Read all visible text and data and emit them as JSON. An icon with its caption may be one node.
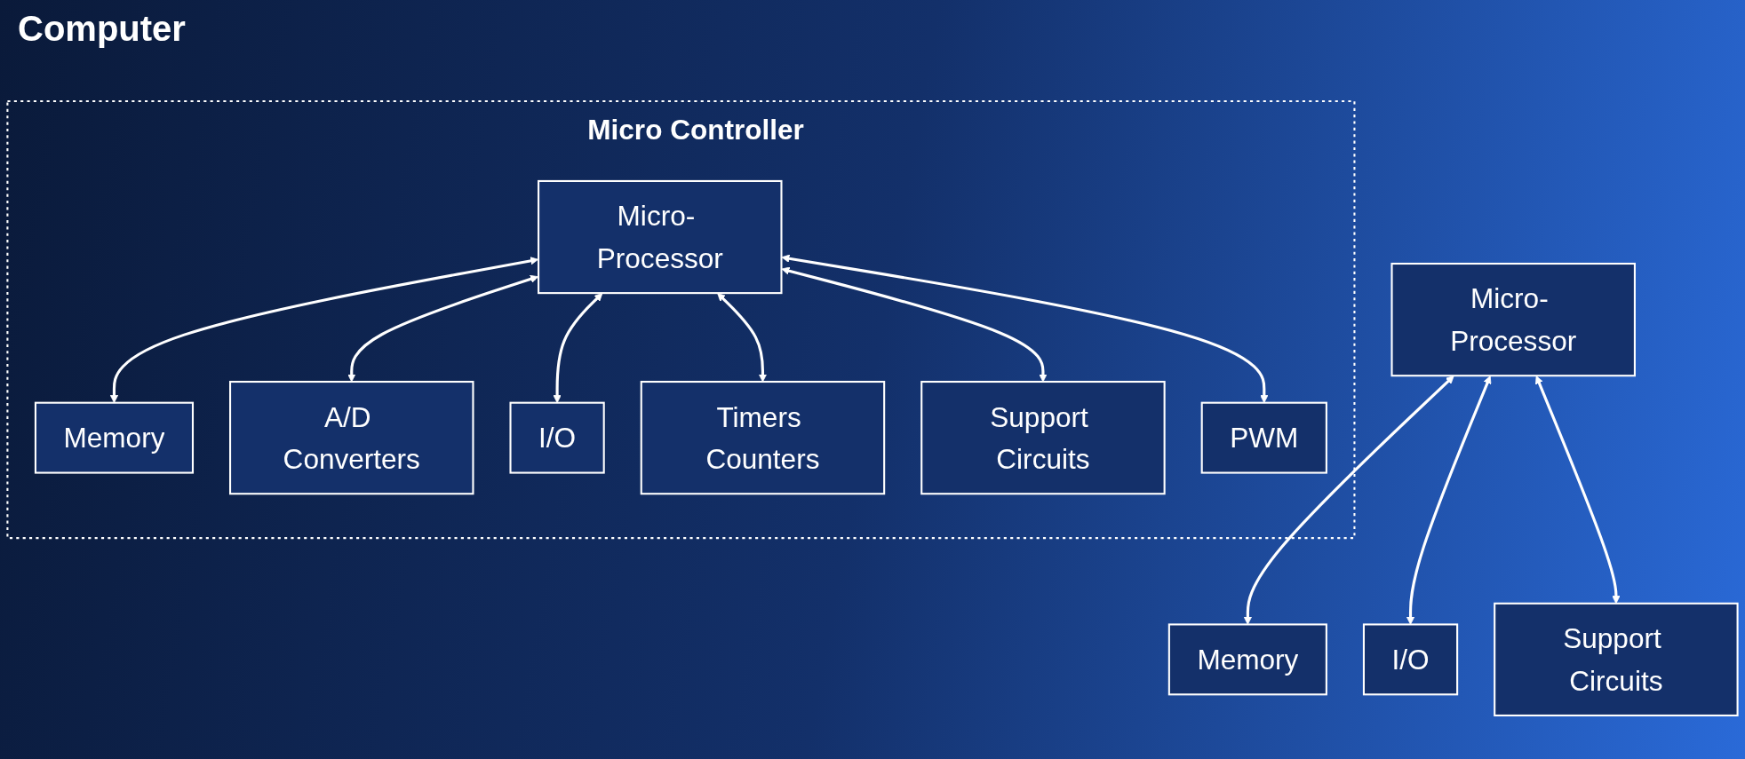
{
  "diagram": {
    "nodes": [
      {
        "text": [
          "Micro- Processor"
        ]
      },
      {
        "text": [
          "Memory"
        ]
      },
      {
        "text": [
          "I/O"
        ]
      },
      {
        "text": [
          "Support Circuits"
        ]
      },
      {
        "text": [
          "Micro Controller"
        ]
      },
      {
        "text": [
          "Micro- Processor"
        ],
        "in": 4
      },
      {
        "text": [
          "Memory"
        ],
        "in": 4
      },
      {
        "text": [
          "A/D Converters"
        ],
        "in": 4
      },
      {
        "text": [
          "I/O"
        ],
        "in": 4
      },
      {
        "text": [
          "Timers Counters"
        ],
        "in": 4
      },
      {
        "text": [
          "Support Circuits"
        ],
        "in": 4
      },
      {
        "text": [
          "PWM"
        ],
        "in": 4
      }
    ],
    "edges": [
      {
        "from": 0,
        "to": 1,
        "arrow": "both"
      },
      {
        "from": 0,
        "to": 2,
        "arrow": "both"
      },
      {
        "from": 0,
        "to": 3,
        "arrow": "both"
      },
      {
        "from": 5,
        "to": 6,
        "arrow": "both"
      },
      {
        "from": 5,
        "to": 7,
        "arrow": "both"
      },
      {
        "from": 5,
        "to": 8,
        "arrow": "both"
      },
      {
        "from": 5,
        "to": 9,
        "arrow": "both"
      },
      {
        "from": 5,
        "to": 10,
        "arrow": "both"
      },
      {
        "from": 5,
        "to": 11,
        "arrow": "both"
      }
    ],
    "labels": [
      "Computer"
    ]
  }
}
